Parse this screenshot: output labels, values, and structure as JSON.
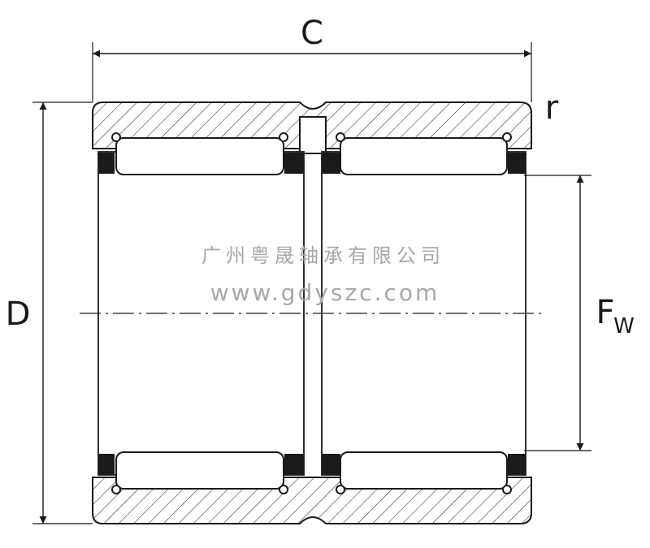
{
  "dimension_labels": {
    "width": "C",
    "outer_diameter": "D",
    "radius": "r",
    "raceway_main": "F",
    "raceway_sub": "W"
  },
  "watermark": {
    "company": "广州粤晟轴承有限公司",
    "website": "www.gdyszc.com"
  }
}
